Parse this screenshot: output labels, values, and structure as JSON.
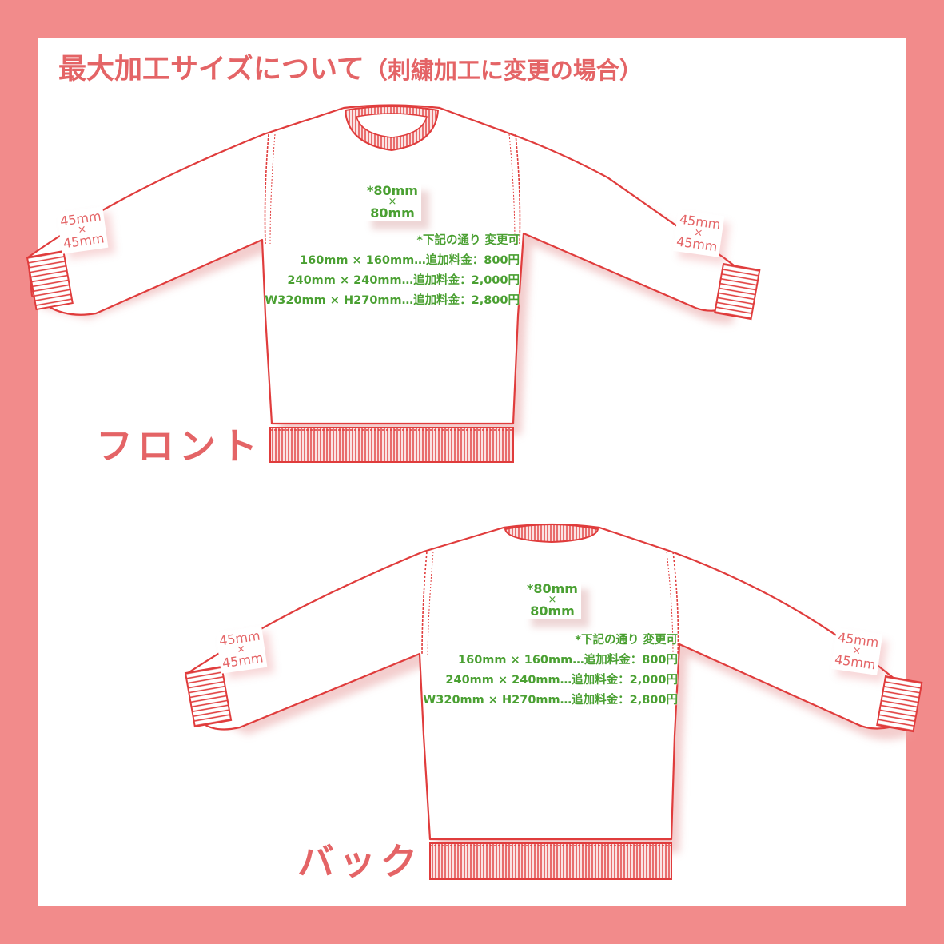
{
  "title": {
    "main": "最大加工サイズについて",
    "sub": "（刺繍加工に変更の場合）"
  },
  "colors": {
    "border": "#f28b8b",
    "accent_red": "#e46466",
    "outline_red": "#e03c3c",
    "green": "#4aa032"
  },
  "front": {
    "label": "フロント",
    "chest": {
      "line1": "*80mm",
      "times": "×",
      "line2": "80mm"
    },
    "left_sleeve": {
      "line1": "45mm",
      "times": "×",
      "line2": "45mm"
    },
    "right_sleeve": {
      "line1": "45mm",
      "times": "×",
      "line2": "45mm"
    },
    "notes": {
      "header": "*下記の通り 変更可",
      "rows": [
        "160mm × 160mm…追加料金：800円",
        "240mm × 240mm…追加料金：2,000円",
        "W320mm × H270mm…追加料金：2,800円"
      ]
    }
  },
  "back": {
    "label": "バック",
    "chest": {
      "line1": "*80mm",
      "times": "×",
      "line2": "80mm"
    },
    "left_sleeve": {
      "line1": "45mm",
      "times": "×",
      "line2": "45mm"
    },
    "right_sleeve": {
      "line1": "45mm",
      "times": "×",
      "line2": "45mm"
    },
    "notes": {
      "header": "*下記の通り 変更可",
      "rows": [
        "160mm × 160mm…追加料金：800円",
        "240mm × 240mm…追加料金：2,000円",
        "W320mm × H270mm…追加料金：2,800円"
      ]
    }
  }
}
